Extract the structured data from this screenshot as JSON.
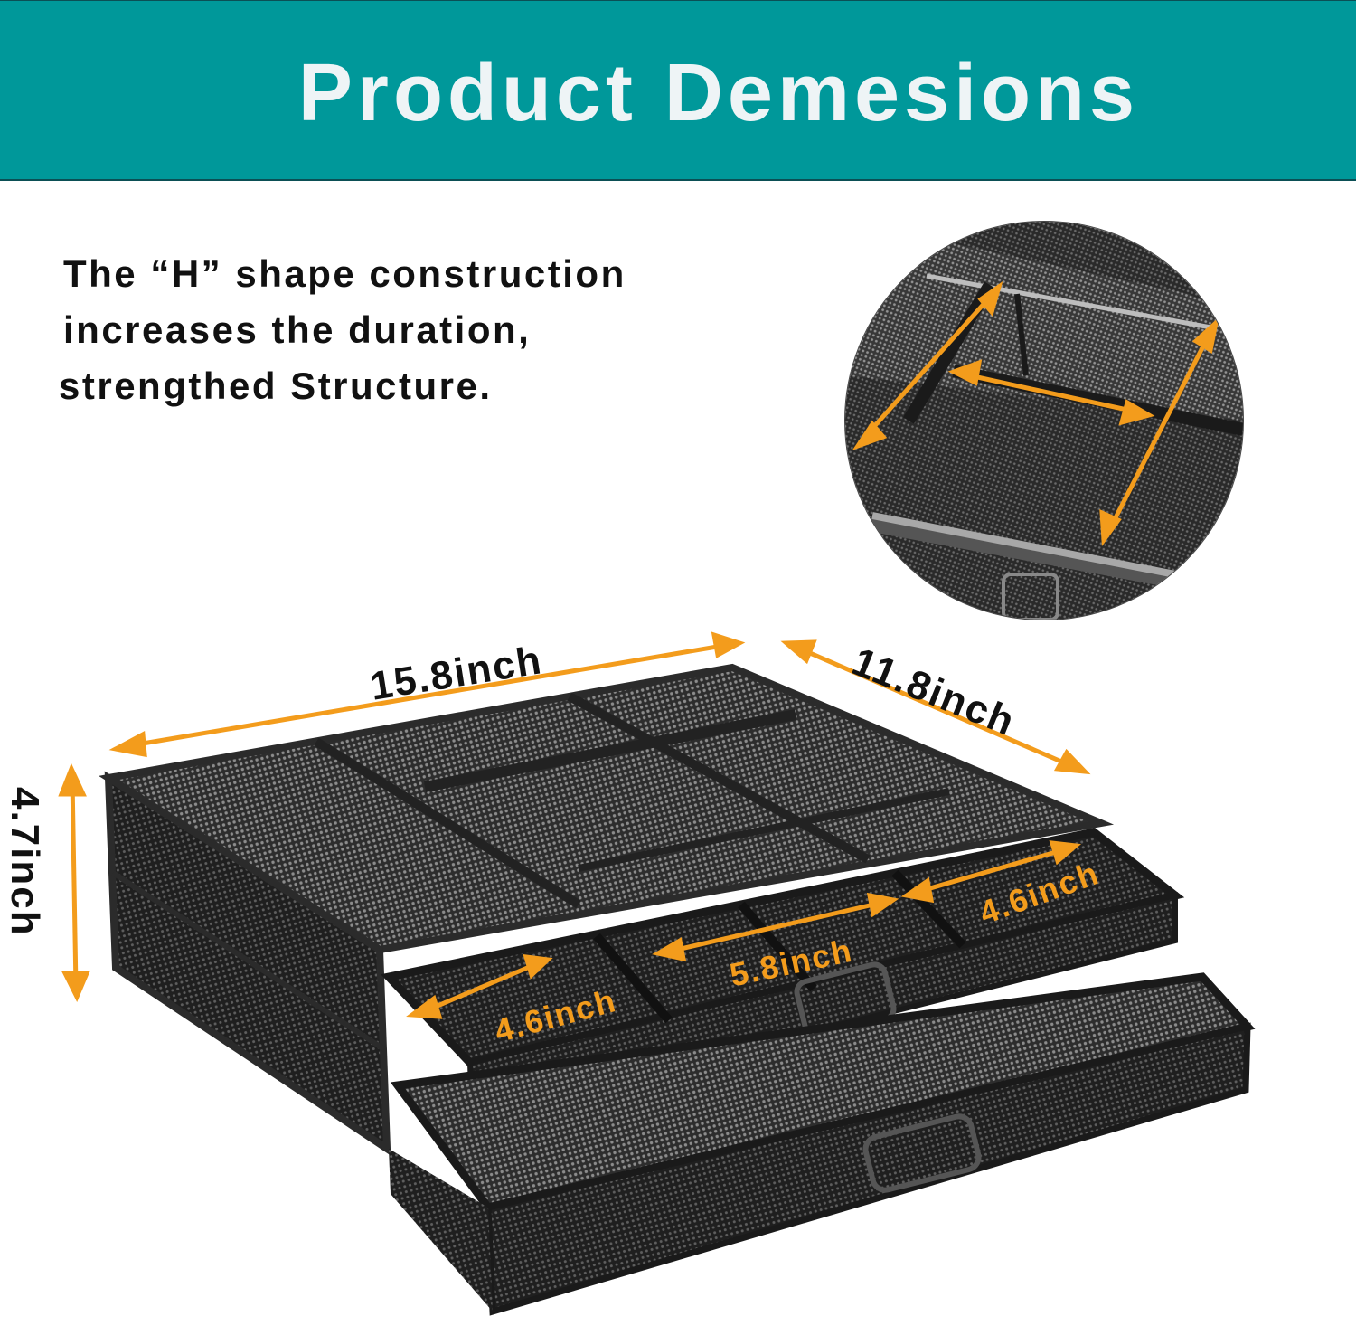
{
  "banner": {
    "title": "Product Demesions",
    "background_color": "#00989a",
    "text_color": "#eef4f6"
  },
  "description": {
    "lines": [
      "The “H” shape construction",
      "increases the duration,",
      "strengthed Structure."
    ]
  },
  "detail_inset": {
    "shape": "circle",
    "content": "close-up of H-shaped mesh divider with orange arrows"
  },
  "dimensions": {
    "length": "15.8inch",
    "width": "11.8inch",
    "height": "4.7inch",
    "drawer_compartment_left": "4.6inch",
    "drawer_compartment_middle": "5.8inch",
    "drawer_compartment_right": "4.6inch"
  },
  "colors": {
    "arrow": "#f39c1c",
    "mesh_dark": "#1e1e1e",
    "frame": "#2b2b2b"
  }
}
